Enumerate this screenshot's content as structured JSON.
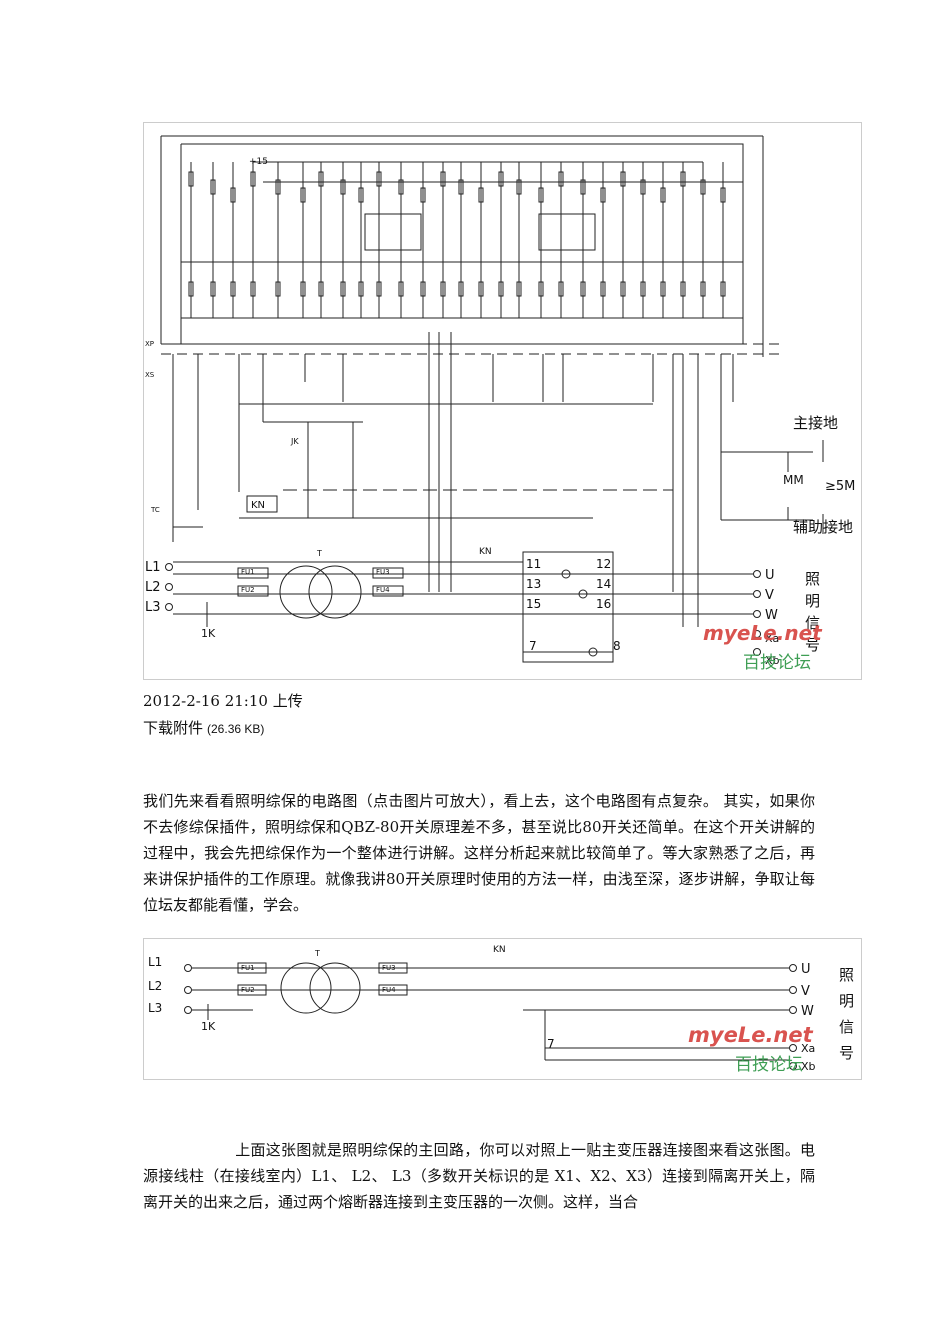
{
  "figure1": {
    "labels": {
      "l1": "L1",
      "l2": "L2",
      "l3": "L3",
      "isolator": "1K",
      "xp": "XP",
      "xs": "XS",
      "transformer": "T",
      "contactor_kn": "KN",
      "box_kn": "KN",
      "jk": "JK",
      "tc": "TC",
      "main_ground": "主接地",
      "aux_ground": "辅助接地",
      "mm": "MM",
      "resistance": "≥5M",
      "fu1": "FU1",
      "fu2": "FU2",
      "fu3": "FU3",
      "fu4": "FU4",
      "out_u": "U",
      "out_v": "V",
      "out_w": "W",
      "out_xa": "Xa",
      "out_xb": "Xb",
      "signal": [
        "照",
        "明",
        "信",
        "号"
      ],
      "term": [
        "11",
        "12",
        "13",
        "14",
        "15",
        "16",
        "7",
        "8"
      ],
      "supply": "+15"
    },
    "watermark": {
      "site": "myeLe.net",
      "forum": "百技论坛"
    }
  },
  "upload_text": "2012-2-16 21:10 上传",
  "download_label": "下载附件",
  "download_size": "(26.36 KB)",
  "paragraph1": "我们先来看看照明综保的电路图（点击图片可放大），看上去，这个电路图有点复杂。 其实，如果你不去修综保插件，照明综保和QBZ-80开关原理差不多，甚至说比80开关还简单。在这个开关讲解的过程中，我会先把综保作为一个整体进行讲解。这样分析起来就比较简单了。等大家熟悉了之后，再来讲保护插件的工作原理。就像我讲80开关原理时使用的方法一样，由浅至深，逐步讲解，争取让每位坛友都能看懂，学会。",
  "figure2": {
    "labels": {
      "l1": "L1",
      "l2": "L2",
      "l3": "L3",
      "isolator": "1K",
      "transformer": "T",
      "contactor_kn": "KN",
      "fu1": "FU1",
      "fu2": "FU2",
      "fu3": "FU3",
      "fu4": "FU4",
      "out_u": "U",
      "out_v": "V",
      "out_w": "W",
      "out_xa": "Xa",
      "out_xb": "Xb",
      "term7": "7",
      "signal": [
        "照",
        "明",
        "信",
        "号"
      ]
    },
    "watermark": {
      "site": "myeLe.net",
      "forum": "百技论坛"
    }
  },
  "paragraph2": "上面这张图就是照明综保的主回路，你可以对照上一贴主变压器连接图来看这张图。电源接线柱（在接线室内）L1、 L2、 L3（多数开关标识的是 X1、X2、X3）连接到隔离开关上，隔离开关的出来之后，通过两个熔断器连接到主变压器的一次侧。这样，当合",
  "colors": {
    "watermark_red": "#d9534f",
    "watermark_green": "#3e9e54",
    "line": "#222222"
  }
}
